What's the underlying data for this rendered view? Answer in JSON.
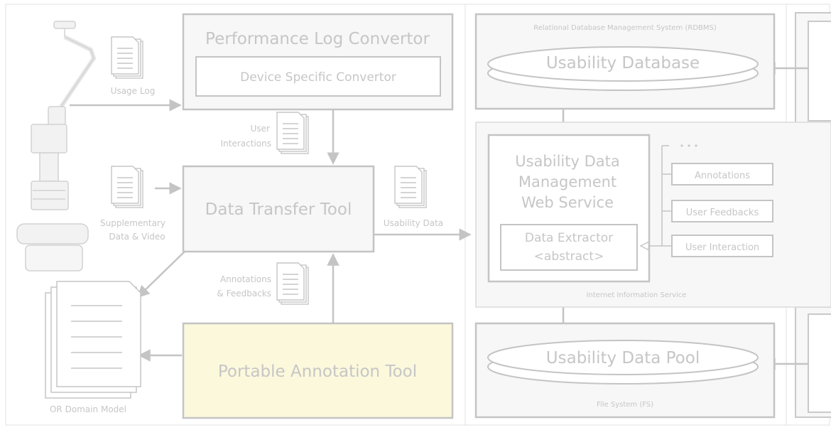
{
  "components": {
    "performance_log_convertor": "Performance Log Convertor",
    "device_specific_convertor": "Device Specific Convertor",
    "data_transfer_tool": "Data Transfer Tool",
    "portable_annotation_tool": "Portable Annotation Tool",
    "usability_database": "Usability Database",
    "usability_data_pool": "Usability Data Pool",
    "web_service_line1": "Usability Data",
    "web_service_line2": "Management",
    "web_service_line3": "Web Service",
    "data_extractor_line1": "Data Extractor",
    "data_extractor_line2": "<abstract>",
    "annotations": "Annotations",
    "user_feedbacks": "User Feedbacks",
    "user_interaction": "User Interaction",
    "ellipsis": "• • •"
  },
  "containers": {
    "rdbms": "Relational Database Management System (RDBMS)",
    "iis": "Internet Information Service",
    "fs": "File System (FS)"
  },
  "labels": {
    "usage_log": "Usage Log",
    "user_interactions_line1": "User",
    "user_interactions_line2": "Interactions",
    "supplementary_line1": "Supplementary",
    "supplementary_line2": "Data & Video",
    "usability_data": "Usability Data",
    "annotations_feedbacks_line1": "Annotations",
    "annotations_feedbacks_line2": "& Feedbacks",
    "or_domain_model": "OR Domain Model"
  },
  "colors": {
    "stroke": "#bfbfbf",
    "text": "#c6c6c6",
    "fill": "#f7f7f7",
    "annotation_tool_fill": "#fbf8dc"
  }
}
